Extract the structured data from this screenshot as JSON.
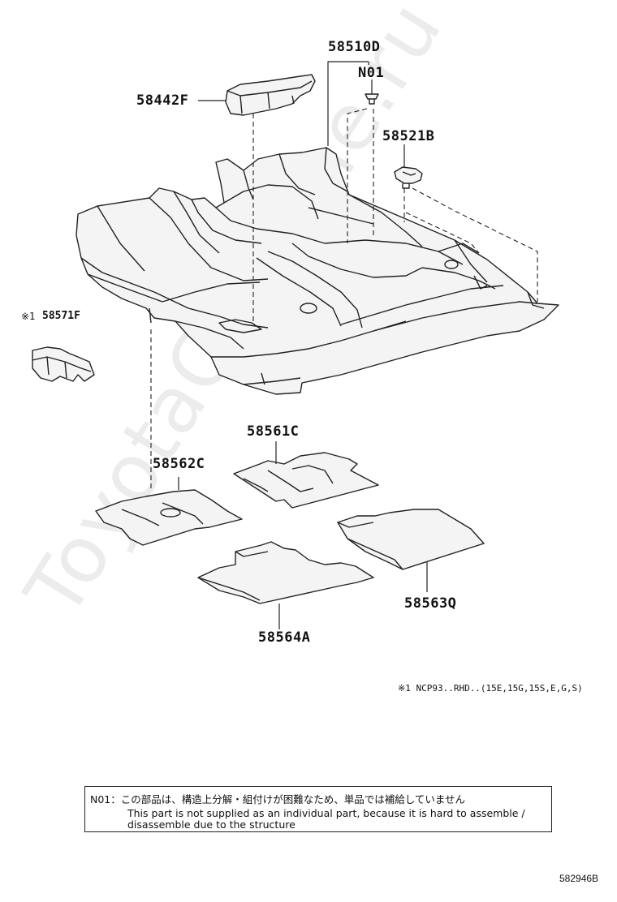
{
  "parts": {
    "p58510D": "58510D",
    "pN01": "N01",
    "p58442F": "58442F",
    "p58521B": "58521B",
    "p58571F": "58571F",
    "p58571F_mark": "※1",
    "p58561C": "58561C",
    "p58562C": "58562C",
    "p58563Q": "58563Q",
    "p58564A": "58564A"
  },
  "footnote": "※1 NCP93..RHD..(15E,15G,15S,E,G,S)",
  "note": {
    "line1": "N01：この部品は、構造上分解・組付けが困難なため、単品では補給していません",
    "line2": "This part is not supplied as an individual part, because it is hard to assemble /",
    "line3": "disassemble due to the structure"
  },
  "figure_id": "582946B",
  "watermark": "ToyotaCarMine.ru"
}
